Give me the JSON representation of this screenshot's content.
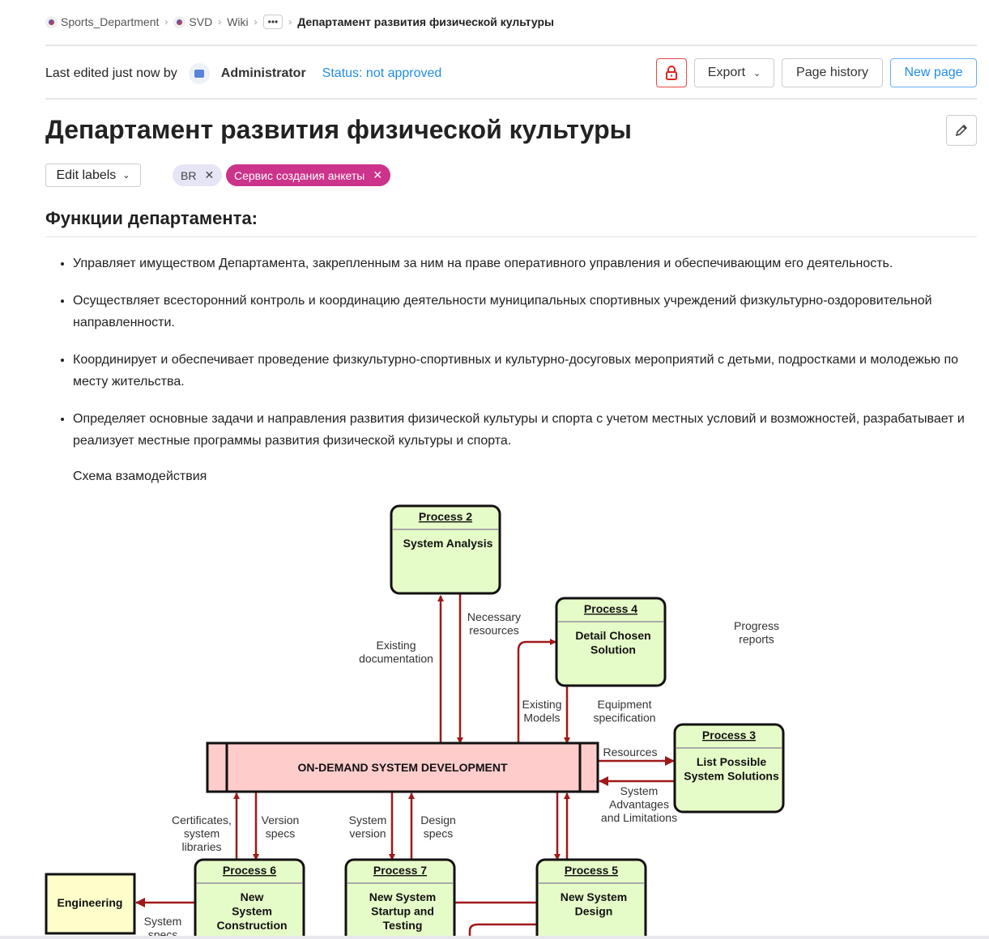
{
  "breadcrumb": {
    "items": [
      "Sports_Department",
      "SVD",
      "Wiki"
    ],
    "more": "•••",
    "current": "Департамент развития физической культуры"
  },
  "meta": {
    "prefix": "Last edited just now by",
    "author": "Administrator",
    "status": "Status: not approved"
  },
  "toolbar": {
    "export": "Export",
    "page_history": "Page history",
    "new_page": "New page"
  },
  "page": {
    "title": "Департамент развития физической культуры",
    "edit_labels": "Edit labels",
    "labels": [
      {
        "text": "BR",
        "color": "#e5e5f5"
      },
      {
        "text": "Сервис создания анкеты",
        "color": "#cc338b"
      }
    ]
  },
  "content": {
    "heading": "Функции департамента:",
    "bullets": [
      "Управляет имуществом Департамента, закрепленным за ним на праве оперативного управления и обеспечивающим его деятельность.",
      "Осуществляет всесторонний контроль и координацию деятельности муниципальных спортивных учреждений физкультурно-оздоровительной направленности.",
      "Координирует и обеспечивает проведение физкультурно-спортивных и культурно-досуговых мероприятий с детьми, подростками и молодежью по месту жительства.",
      "Определяет основные задачи и направления развития физической культуры и спорта с учетом местных условий и возможностей, разрабатывает и реализует местные программы развития физической культуры и спорта."
    ],
    "schema_caption": "Схема взамодействия"
  },
  "diagram": {
    "center": "ON-DEMAND SYSTEM DEVELOPMENT",
    "p2": {
      "title": "Process 2",
      "text": [
        "System Analysis"
      ]
    },
    "p4": {
      "title": "Process 4",
      "text": [
        "Detail Chosen",
        "Solution"
      ]
    },
    "p3": {
      "title": "Process 3",
      "text": [
        "List Possible",
        "System Solutions"
      ]
    },
    "p6": {
      "title": "Process 6",
      "text": [
        "New",
        "System",
        "Construction"
      ]
    },
    "p7": {
      "title": "Process 7",
      "text": [
        "New System",
        "Startup and",
        "Testing"
      ]
    },
    "p5": {
      "title": "Process 5",
      "text": [
        "New System",
        "Design"
      ]
    },
    "engineering": "Engineering",
    "flows": {
      "necessary": [
        "Necessary",
        "resources"
      ],
      "existing_doc": [
        "Existing",
        "documentation"
      ],
      "existing_models": [
        "Existing",
        "Models"
      ],
      "equipment": [
        "Equipment",
        "specification"
      ],
      "progress": [
        "Progress",
        "reports"
      ],
      "resources": [
        "Resources"
      ],
      "advantages": [
        "System",
        "Advantages",
        "and Limitations"
      ],
      "certificates": [
        "Certificates,",
        "system",
        "libraries"
      ],
      "version_specs": [
        "Version",
        "specs"
      ],
      "system_version": [
        "System",
        "version"
      ],
      "design_specs": [
        "Design",
        "specs"
      ],
      "system_specs": [
        "System",
        "specs"
      ]
    }
  }
}
